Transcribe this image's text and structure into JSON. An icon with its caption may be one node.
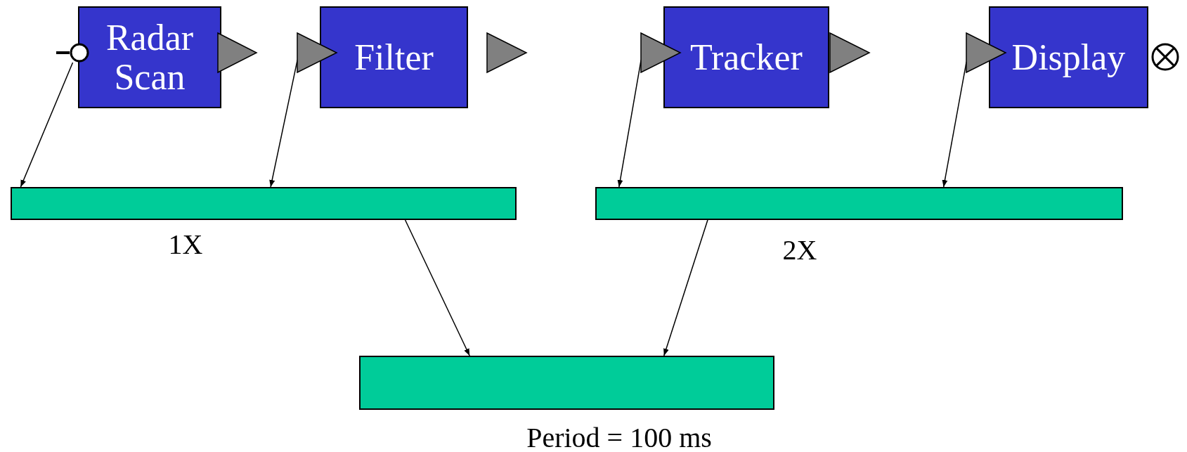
{
  "diagram": {
    "nodes": [
      {
        "text": [],
        "shape": "circle"
      },
      {
        "text": [
          "Radar Scan"
        ]
      },
      {
        "text": [],
        "shape": "triangle"
      },
      {
        "text": [],
        "shape": "triangle"
      },
      {
        "text": [
          "Filter"
        ]
      },
      {
        "text": [],
        "shape": "triangle"
      },
      {
        "text": [],
        "shape": "triangle"
      },
      {
        "text": [
          "Tracker"
        ]
      },
      {
        "text": [],
        "shape": "triangle"
      },
      {
        "text": [],
        "shape": "triangle"
      },
      {
        "text": [
          "Display"
        ]
      },
      {
        "text": [],
        "shape": "circle-cross"
      },
      {
        "text": [],
        "shape": "bar",
        "beside": [
          "1X"
        ]
      },
      {
        "text": [],
        "shape": "bar",
        "beside": [
          "2X"
        ]
      },
      {
        "text": [],
        "shape": "bar",
        "beside": [
          "Period = 100 ms"
        ]
      }
    ],
    "edges": [
      {
        "from": 0,
        "to": 12,
        "arrow": "to"
      },
      {
        "from": 3,
        "to": 12,
        "arrow": "to"
      },
      {
        "from": 6,
        "to": 13,
        "arrow": "to"
      },
      {
        "from": 9,
        "to": 13,
        "arrow": "to"
      },
      {
        "from": 12,
        "to": 14,
        "arrow": "to"
      },
      {
        "from": 13,
        "to": 14,
        "arrow": "to"
      }
    ]
  }
}
